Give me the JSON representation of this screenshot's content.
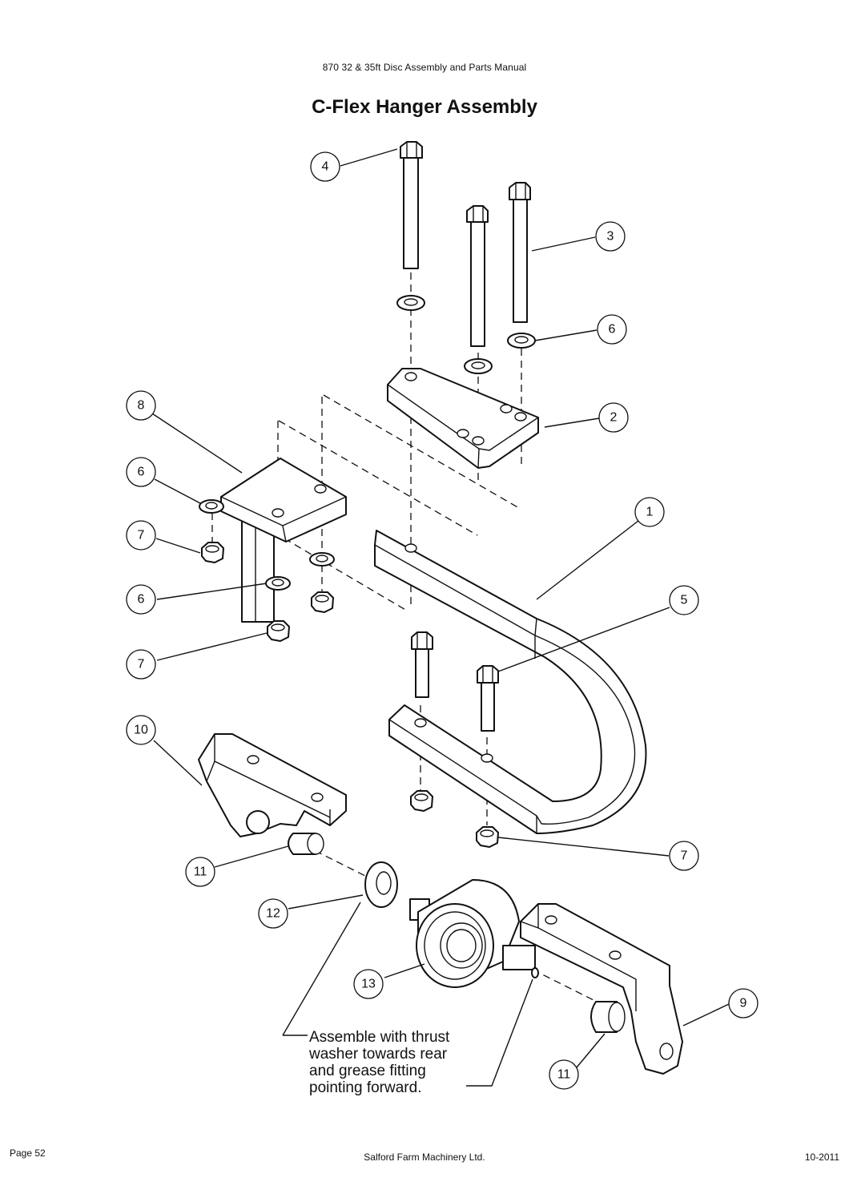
{
  "header": {
    "manual_title": "870 32 & 35ft Disc Assembly and Parts Manual"
  },
  "title": "C-Flex Hanger Assembly",
  "callouts": {
    "c1": "1",
    "c2": "2",
    "c3": "3",
    "c4": "4",
    "c5": "5",
    "c6a": "6",
    "c6b": "6",
    "c6c": "6",
    "c7a": "7",
    "c7b": "7",
    "c7c": "7",
    "c8": "8",
    "c9": "9",
    "c10": "10",
    "c11a": "11",
    "c11b": "11",
    "c12": "12",
    "c13": "13"
  },
  "note": {
    "text": "Assemble with thrust\nwasher towards rear\nand grease fitting\npointing forward."
  },
  "footer": {
    "page": "Page 52",
    "company": "Salford Farm Machinery Ltd.",
    "date": "10-2011"
  }
}
